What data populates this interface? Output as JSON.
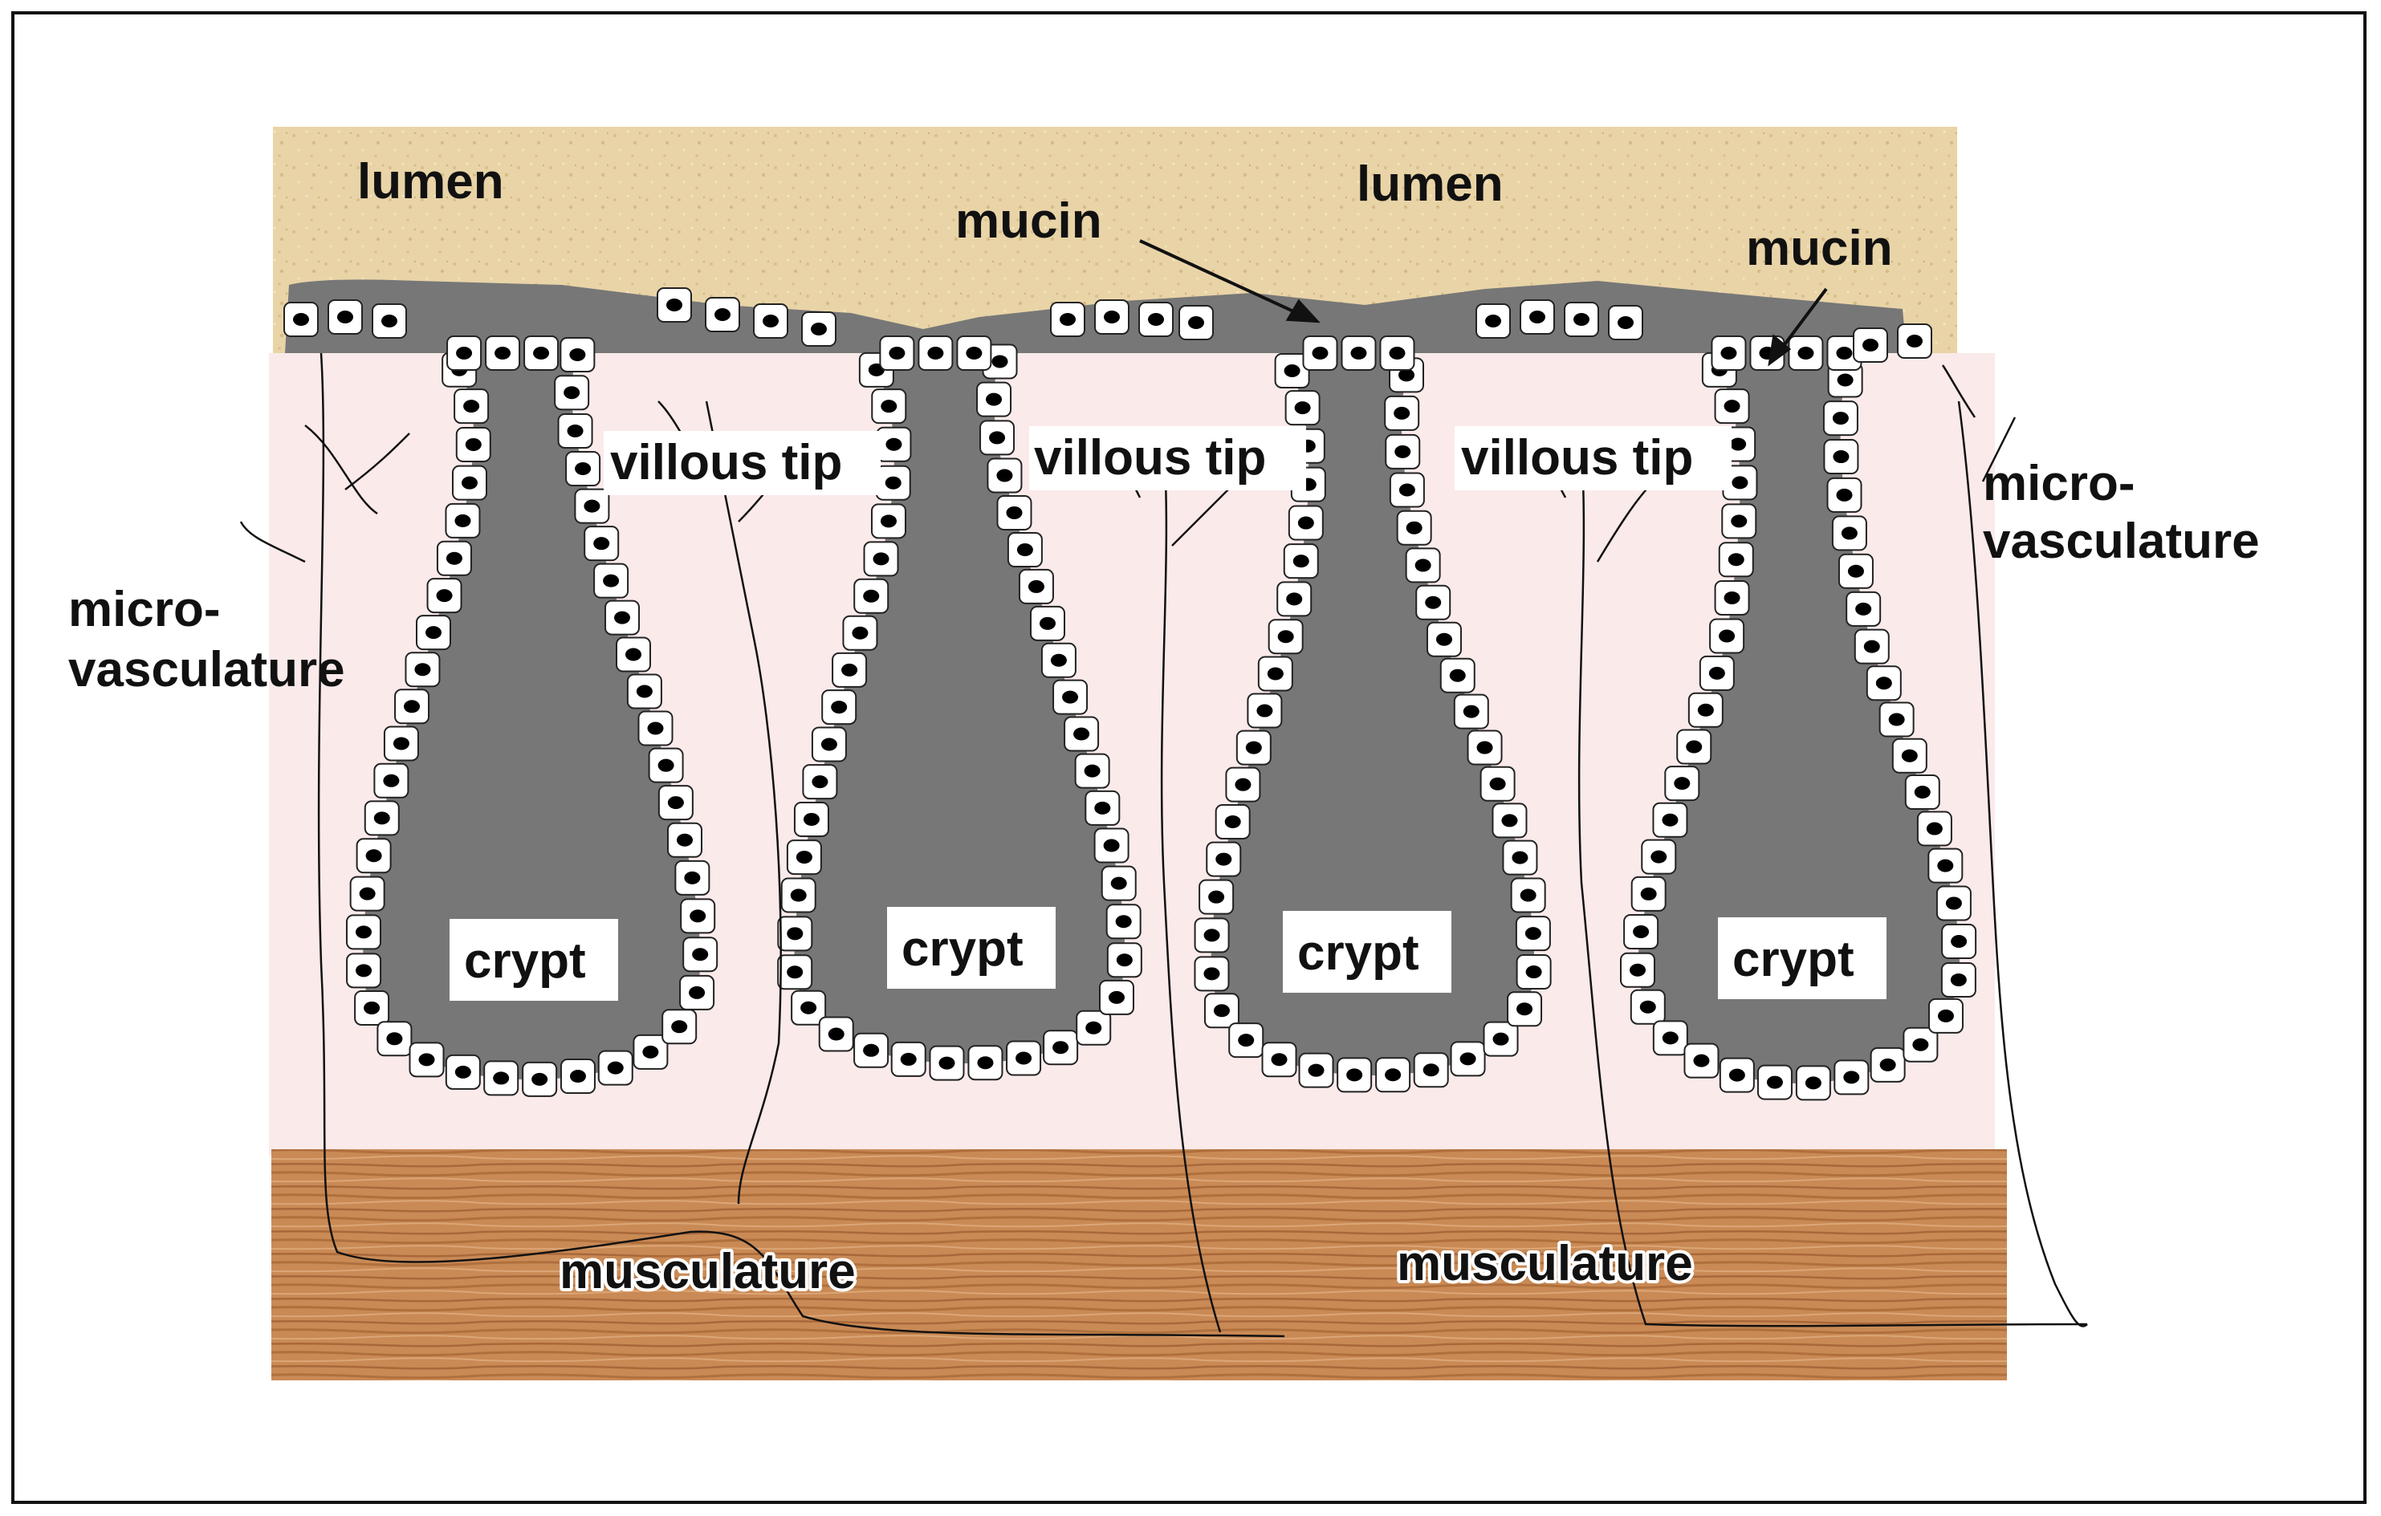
{
  "labels": {
    "lumen_left": "lumen",
    "lumen_right": "lumen",
    "mucin_left": "mucin",
    "mucin_right": "mucin",
    "villous_tip_1": "villous tip",
    "villous_tip_2": "villous tip",
    "villous_tip_3": "villous tip",
    "microvasculature_left_1": "micro-",
    "microvasculature_left_2": "vasculature",
    "microvasculature_right_1": "micro-",
    "microvasculature_right_2": "vasculature",
    "crypt_1": "crypt",
    "crypt_2": "crypt",
    "crypt_3": "crypt",
    "crypt_4": "crypt",
    "musculature_left": "musculature",
    "musculature_right": "musculature"
  },
  "colors": {
    "lumen": "#e8d2a4",
    "tissue": "#fbeaea",
    "musculature": "#c98a55",
    "mucin_and_crypt_fill": "#777777",
    "cell_fill": "#ffffff",
    "nucleus": "#000000"
  }
}
